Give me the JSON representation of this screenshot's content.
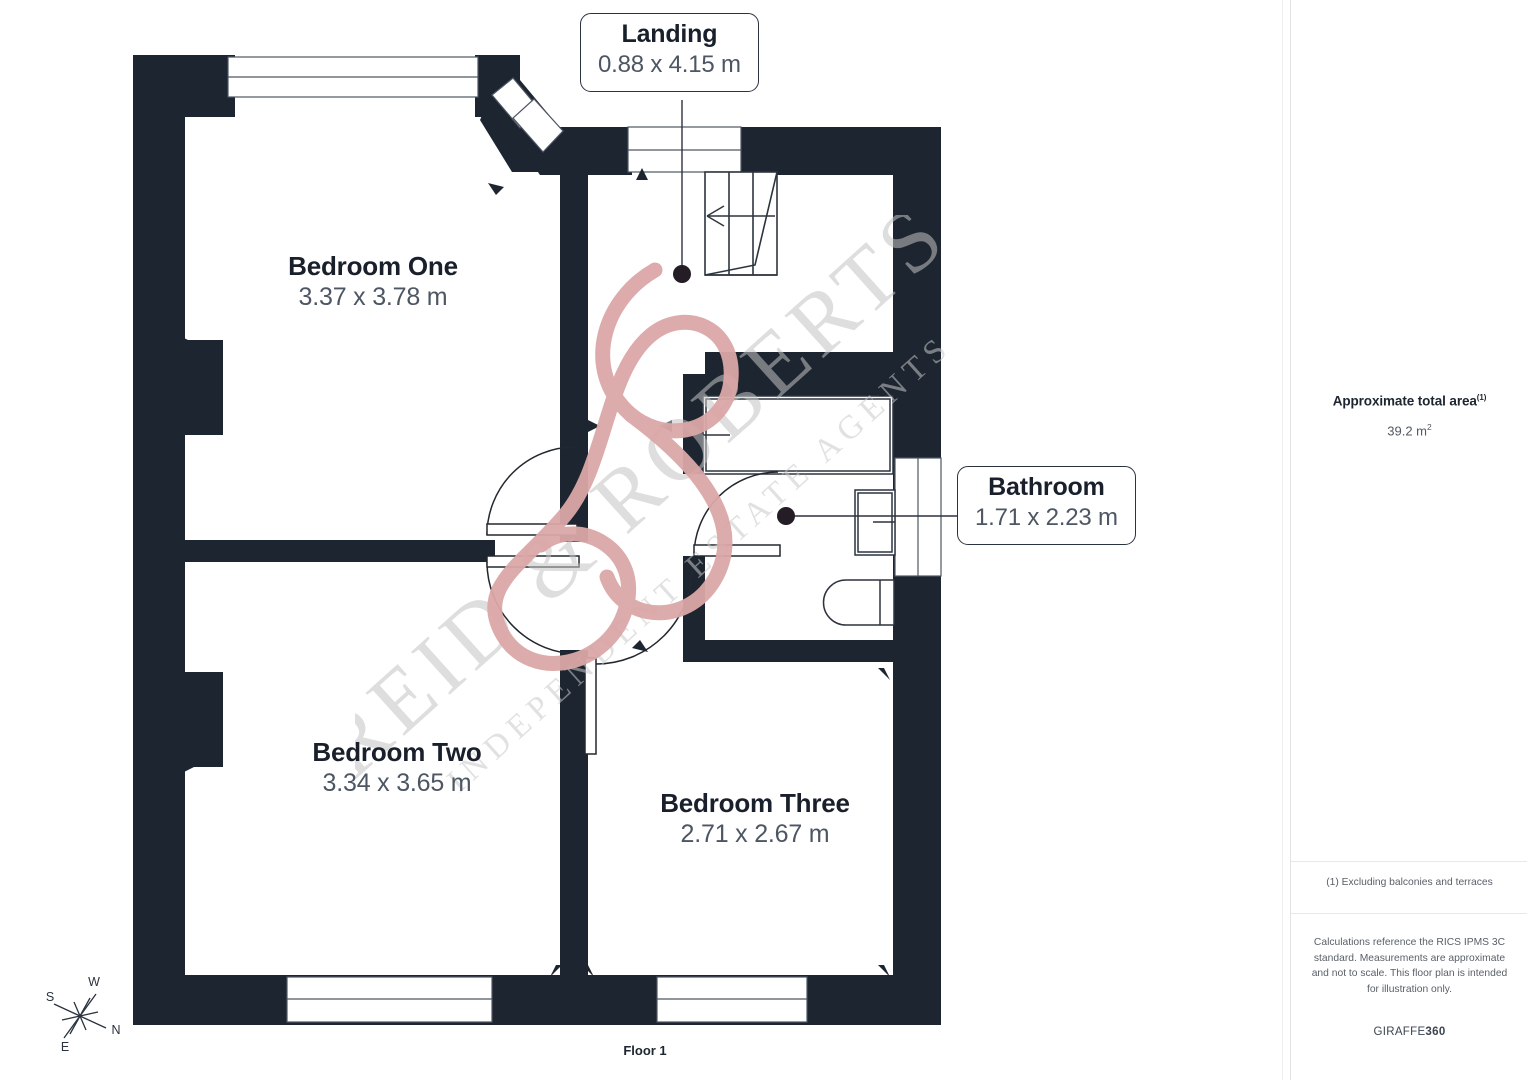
{
  "document": {
    "type": "floor-plan",
    "floor_caption": "Floor 1"
  },
  "rooms": [
    {
      "key": "landing",
      "name": "Landing",
      "dims": "0.88 x 4.15 m",
      "style": "callout"
    },
    {
      "key": "bathroom",
      "name": "Bathroom",
      "dims": "1.71 x 2.23 m",
      "style": "callout"
    },
    {
      "key": "bedroom_one",
      "name": "Bedroom One",
      "dims": "3.37 x 3.78 m",
      "style": "inline"
    },
    {
      "key": "bedroom_two",
      "name": "Bedroom Two",
      "dims": "3.34 x 3.65 m",
      "style": "inline"
    },
    {
      "key": "bedroom_three",
      "name": "Bedroom Three",
      "dims": "2.71 x 2.67 m",
      "style": "inline"
    }
  ],
  "sidebar": {
    "area_title": "Approximate total area",
    "area_title_footnote_marker": "(1)",
    "area_value": "39.2 m",
    "area_value_unit_exponent": "2",
    "footnote": "(1) Excluding balconies and terraces",
    "disclaimer": "Calculations reference the RICS IPMS 3C standard. Measurements are approximate and not to scale. This floor plan is intended for illustration only.",
    "brand_prefix": "GIRAFFE",
    "brand_suffix": "360"
  },
  "compass": {
    "north": "N",
    "south": "S",
    "east": "E",
    "west": "W"
  },
  "watermark": {
    "line1": "REID & ROBERTS",
    "line2": "INDEPENDENT ESTATE AGENTS"
  },
  "colors": {
    "wall": "#1d2530",
    "text_primary": "#191f2b",
    "text_secondary": "#4d5663",
    "watermark_script": "#d9a3a3",
    "watermark_text": "#c9c9c9",
    "background": "#ffffff",
    "divider": "#e8e8e8"
  },
  "fixtures": [
    {
      "name": "bathtub",
      "room": "bathroom"
    },
    {
      "name": "washbasin",
      "room": "bathroom"
    },
    {
      "name": "toilet",
      "room": "bathroom"
    },
    {
      "name": "staircase",
      "room": "landing"
    }
  ]
}
